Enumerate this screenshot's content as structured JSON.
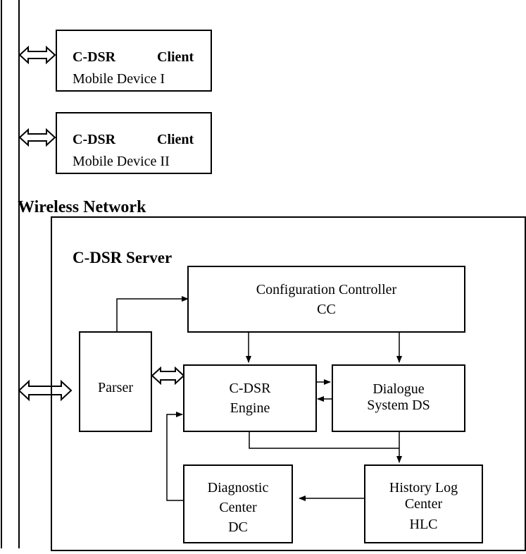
{
  "clients": [
    {
      "name": "C-DSR",
      "role": "Client",
      "device": "Mobile Device I"
    },
    {
      "name": "C-DSR",
      "role": "Client",
      "device": "Mobile Device II"
    }
  ],
  "network": {
    "label": "Wireless Network"
  },
  "server": {
    "title": "C-DSR Server",
    "components": {
      "cc": {
        "line1": "Configuration Controller",
        "line2": "CC"
      },
      "parser": {
        "label": "Parser"
      },
      "engine": {
        "line1": "C-DSR",
        "line2": "Engine"
      },
      "ds": {
        "line1": "Dialogue",
        "line2": "System DS"
      },
      "dc": {
        "line1": "Diagnostic",
        "line2": "Center",
        "line3": "DC"
      },
      "hlc": {
        "line1": "History Log",
        "line2": "Center",
        "line3": "HLC"
      }
    }
  },
  "colors": {
    "stroke": "#000000",
    "background": "#ffffff"
  }
}
